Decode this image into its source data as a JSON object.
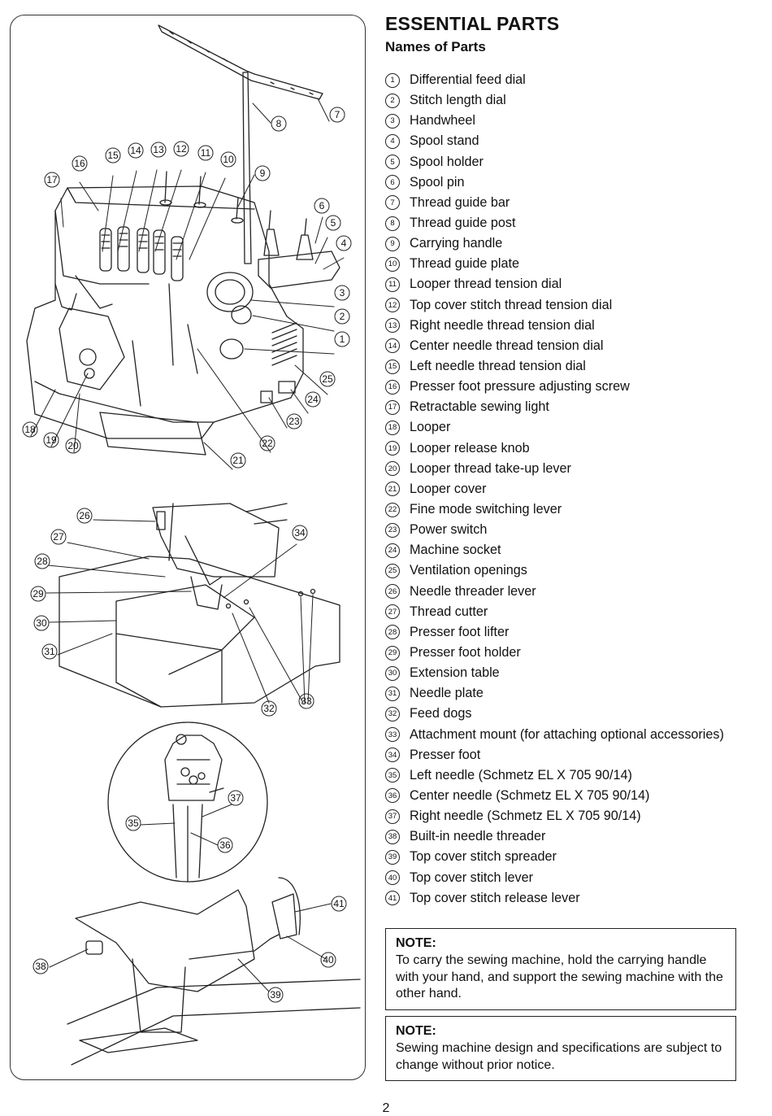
{
  "header": {
    "title": "ESSENTIAL PARTS",
    "subtitle": "Names of Parts"
  },
  "parts": [
    {
      "num": "1",
      "label": "Differential feed dial"
    },
    {
      "num": "2",
      "label": "Stitch length dial"
    },
    {
      "num": "3",
      "label": "Handwheel"
    },
    {
      "num": "4",
      "label": "Spool stand"
    },
    {
      "num": "5",
      "label": "Spool holder"
    },
    {
      "num": "6",
      "label": "Spool pin"
    },
    {
      "num": "7",
      "label": "Thread guide bar"
    },
    {
      "num": "8",
      "label": "Thread guide post"
    },
    {
      "num": "9",
      "label": "Carrying handle"
    },
    {
      "num": "10",
      "label": "Thread guide plate"
    },
    {
      "num": "11",
      "label": "Looper thread tension dial"
    },
    {
      "num": "12",
      "label": "Top cover stitch thread tension dial"
    },
    {
      "num": "13",
      "label": "Right needle thread tension dial"
    },
    {
      "num": "14",
      "label": "Center needle thread tension dial"
    },
    {
      "num": "15",
      "label": "Left needle thread tension dial"
    },
    {
      "num": "16",
      "label": "Presser foot pressure adjusting screw"
    },
    {
      "num": "17",
      "label": "Retractable sewing light"
    },
    {
      "num": "18",
      "label": "Looper"
    },
    {
      "num": "19",
      "label": "Looper release knob"
    },
    {
      "num": "20",
      "label": "Looper thread take-up lever"
    },
    {
      "num": "21",
      "label": "Looper cover"
    },
    {
      "num": "22",
      "label": "Fine mode switching lever"
    },
    {
      "num": "23",
      "label": "Power switch"
    },
    {
      "num": "24",
      "label": "Machine socket"
    },
    {
      "num": "25",
      "label": "Ventilation openings"
    },
    {
      "num": "26",
      "label": "Needle threader lever"
    },
    {
      "num": "27",
      "label": "Thread cutter"
    },
    {
      "num": "28",
      "label": "Presser foot lifter"
    },
    {
      "num": "29",
      "label": "Presser foot holder"
    },
    {
      "num": "30",
      "label": "Extension table"
    },
    {
      "num": "31",
      "label": "Needle plate"
    },
    {
      "num": "32",
      "label": "Feed dogs"
    },
    {
      "num": "33",
      "label": "Attachment mount (for attaching optional accessories)"
    },
    {
      "num": "34",
      "label": "Presser foot"
    },
    {
      "num": "35",
      "label": "Left needle (Schmetz EL X 705 90/14)"
    },
    {
      "num": "36",
      "label": "Center needle (Schmetz EL X 705 90/14)"
    },
    {
      "num": "37",
      "label": "Right needle (Schmetz EL X 705 90/14)"
    },
    {
      "num": "38",
      "label": "Built-in needle threader"
    },
    {
      "num": "39",
      "label": "Top cover stitch spreader"
    },
    {
      "num": "40",
      "label": "Top cover stitch lever"
    },
    {
      "num": "41",
      "label": "Top cover stitch release lever"
    }
  ],
  "notes": [
    {
      "title": "NOTE:",
      "text": "To carry the sewing machine, hold the carrying handle with your hand, and support the sewing machine with the other hand."
    },
    {
      "title": "NOTE:",
      "text": "Sewing machine design and specifications are subject to change without prior notice."
    }
  ],
  "page_number": "2",
  "callouts": {
    "machine": [
      "1",
      "2",
      "3",
      "4",
      "5",
      "6",
      "7",
      "8",
      "9",
      "10",
      "11",
      "12",
      "13",
      "14",
      "15",
      "16",
      "17",
      "18",
      "19",
      "20",
      "21",
      "22",
      "23",
      "24",
      "25"
    ],
    "presser": [
      "26",
      "27",
      "28",
      "29",
      "30",
      "31",
      "32",
      "33",
      "34"
    ],
    "needles": [
      "35",
      "36",
      "37"
    ],
    "cover": [
      "38",
      "39",
      "40",
      "41"
    ]
  }
}
